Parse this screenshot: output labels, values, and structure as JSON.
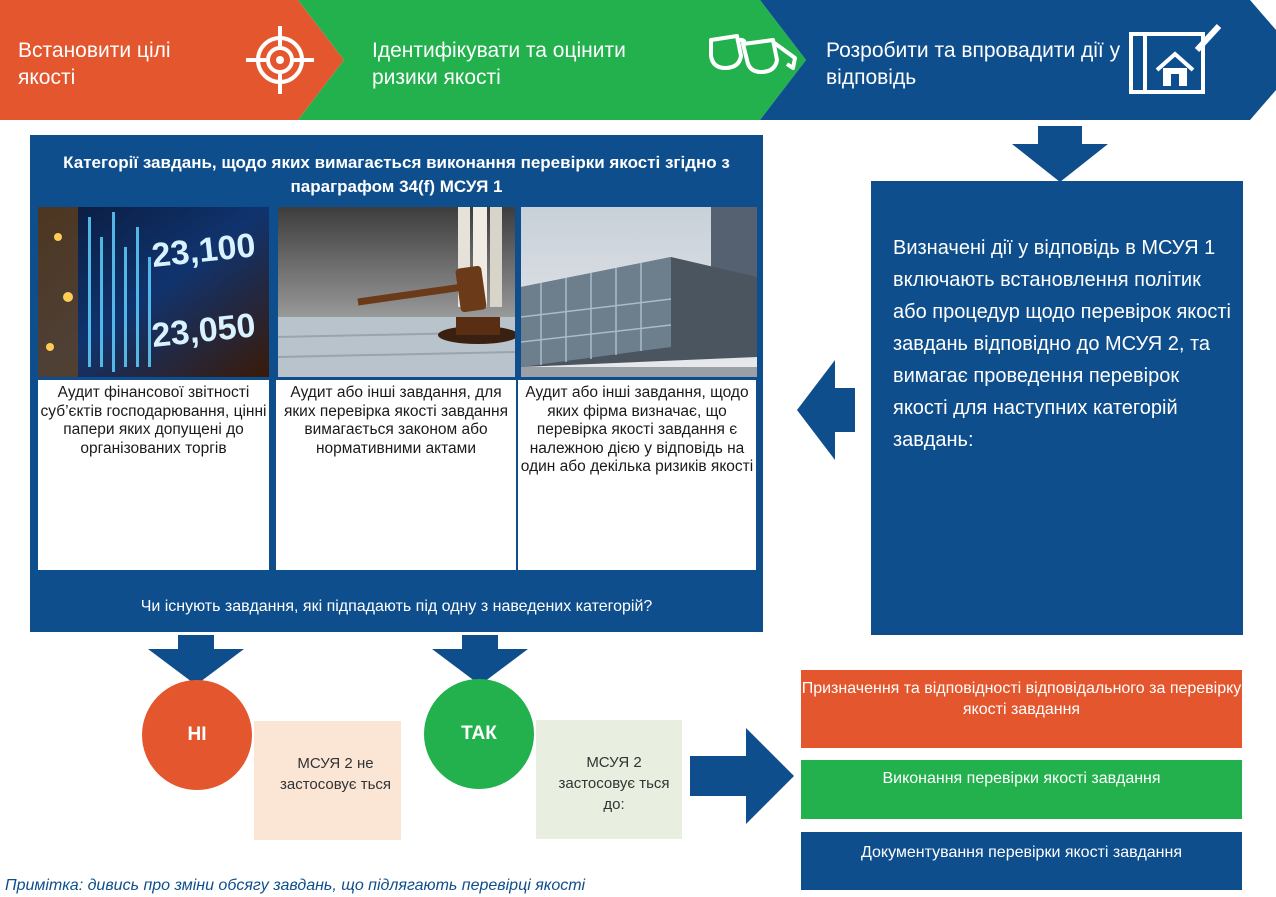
{
  "process": {
    "step1": "Встановити цілі якості",
    "step2": "Ідентифікувати та оцінити ризики якості",
    "step3": "Розробити та впровадити дії у відповідь"
  },
  "categories": {
    "title": "Категорії завдань, щодо яких вимагається виконання перевірки якості згідно з параграфом 34(f) МСУЯ 1",
    "items": [
      "Аудит фінансової звітності суб’єктів господарювання, цінні папери яких допущені до організованих торгів",
      "Аудит або інші завдання, для яких перевірка якості завдання вимагається законом або нормативними актами",
      "Аудит або інші завдання, щодо яких фірма визначає, що перевірка якості завдання є належною дією у відповідь на один або декілька ризиків якості"
    ],
    "question": "Чи існують завдання, які підпадають під одну з наведених категорій?"
  },
  "right_box": {
    "text": "Визначені дії у відповідь в МСУЯ 1 включають встановлення політик або процедур щодо перевірок якості завдань відповідно до МСУЯ 2, та вимагає проведення перевірок якості для наступних категорій завдань:"
  },
  "answers": {
    "no_label": "НІ",
    "no_text": "МСУЯ 2 не застосовує ться",
    "yes_label": "ТАК",
    "yes_text": "МСУЯ 2 застосовує ться до:"
  },
  "outcomes": [
    "Призначення та відповідності відповідального за перевірку якості завдання",
    "Виконання перевірки якості завдання",
    "Документування перевірки якості завдання"
  ],
  "note": "Примітка: дивись про зміни обсягу завдань, що підлягають перевірці якості",
  "colors": {
    "orange": "#E4572E",
    "green": "#23B14D",
    "blue": "#0E4E8C",
    "peach": "#FBE6D6",
    "pale_green": "#E9EFE0"
  }
}
